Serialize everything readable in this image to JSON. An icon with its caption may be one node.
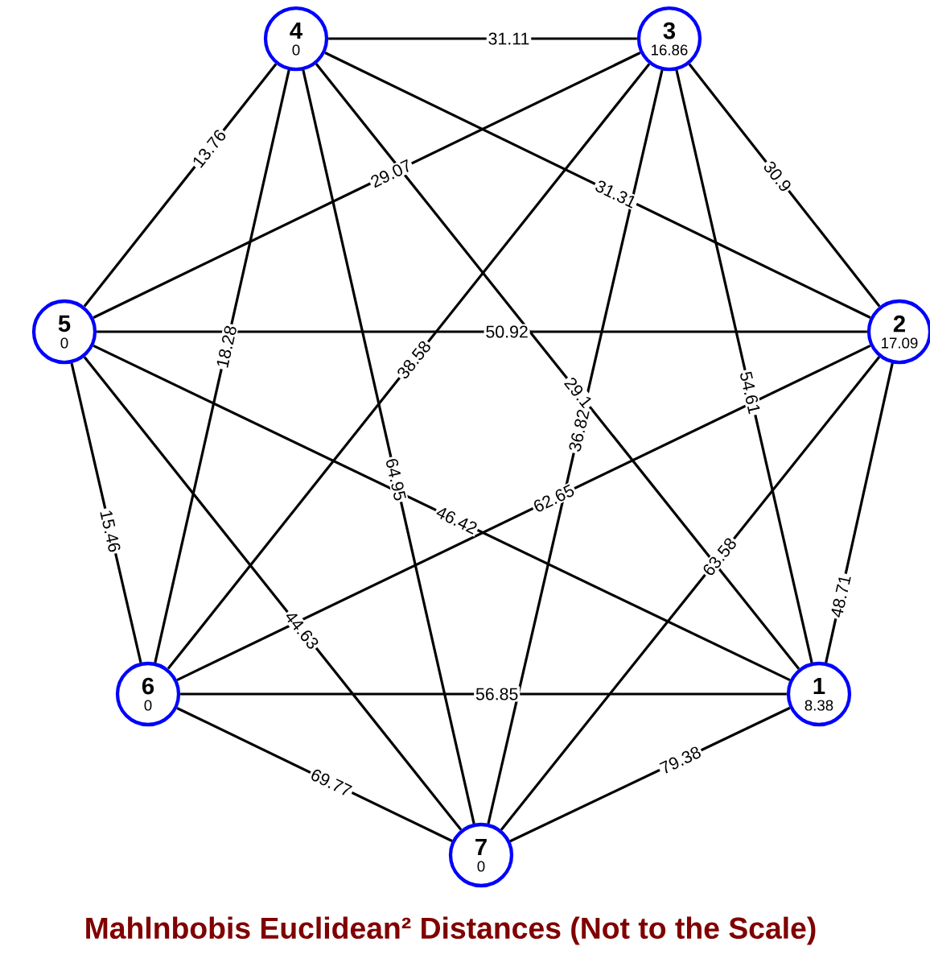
{
  "diagram": {
    "caption": "Mahlnbobis Euclidean² Distances (Not to the Scale)",
    "nodes": [
      {
        "text": [
          "1",
          "8.38"
        ]
      },
      {
        "text": [
          "2",
          "17.09"
        ]
      },
      {
        "text": [
          "3",
          "16.86"
        ]
      },
      {
        "text": [
          "4",
          "0"
        ]
      },
      {
        "text": [
          "5",
          "0"
        ]
      },
      {
        "text": [
          "6",
          "0"
        ]
      },
      {
        "text": [
          "7",
          "0"
        ]
      }
    ],
    "edges": [
      {
        "from": 3,
        "to": 2,
        "arrow": "none",
        "label": "31.11"
      },
      {
        "from": 3,
        "to": 4,
        "arrow": "none",
        "label": "13.76"
      },
      {
        "from": 4,
        "to": 2,
        "arrow": "none",
        "label": "29.07"
      },
      {
        "from": 3,
        "to": 1,
        "arrow": "none",
        "label": "31.31"
      },
      {
        "from": 2,
        "to": 1,
        "arrow": "none",
        "label": "30.9"
      },
      {
        "from": 4,
        "to": 1,
        "arrow": "none",
        "label": "50.92"
      },
      {
        "from": 3,
        "to": 5,
        "arrow": "none",
        "label": "18.28"
      },
      {
        "from": 2,
        "to": 5,
        "arrow": "none",
        "label": "38.58"
      },
      {
        "from": 3,
        "to": 0,
        "arrow": "none",
        "label": "29.1"
      },
      {
        "from": 2,
        "to": 6,
        "arrow": "none",
        "label": "36.82"
      },
      {
        "from": 2,
        "to": 0,
        "arrow": "none",
        "label": "54.61"
      },
      {
        "from": 1,
        "to": 0,
        "arrow": "none",
        "label": "48.71"
      },
      {
        "from": 3,
        "to": 6,
        "arrow": "none",
        "label": "64.95"
      },
      {
        "from": 4,
        "to": 0,
        "arrow": "none",
        "label": "46.42"
      },
      {
        "from": 1,
        "to": 5,
        "arrow": "none",
        "label": "62.65"
      },
      {
        "from": 1,
        "to": 6,
        "arrow": "none",
        "label": "63.58"
      },
      {
        "from": 4,
        "to": 5,
        "arrow": "none",
        "label": "15.46"
      },
      {
        "from": 4,
        "to": 6,
        "arrow": "none",
        "label": "44.63"
      },
      {
        "from": 5,
        "to": 0,
        "arrow": "none",
        "label": "56.85"
      },
      {
        "from": 5,
        "to": 6,
        "arrow": "none",
        "label": "69.77"
      },
      {
        "from": 6,
        "to": 0,
        "arrow": "none",
        "label": "79.38"
      }
    ]
  }
}
